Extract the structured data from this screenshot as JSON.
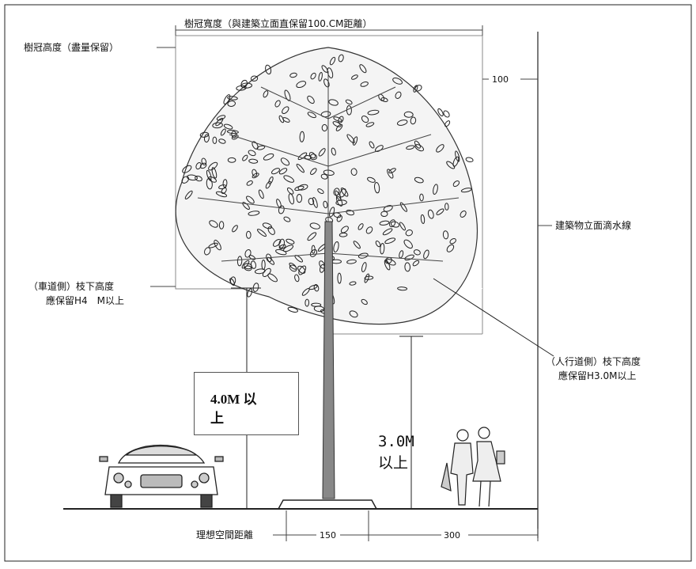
{
  "labels": {
    "crown_width": "樹冠寬度（與建築立面直保留100.CM距離）",
    "crown_height": "樹冠高度（盡量保留）",
    "drip_line": "建築物立面滴水線",
    "road_side_line1": "（車道側）枝下高度",
    "road_side_line2": "應保留H4　M以上",
    "walk_side_line1": "（人行道側）枝下高度",
    "walk_side_line2": "應保留H3.0M以上",
    "ideal_space": "理想空間距離"
  },
  "dimensions": {
    "offset_100": "100",
    "pit_150": "150",
    "walk_300": "300"
  },
  "road_box": {
    "line1": "4.0M 以",
    "line2": "上"
  },
  "walk_note": {
    "line1": "3.0M",
    "line2": "以上"
  }
}
